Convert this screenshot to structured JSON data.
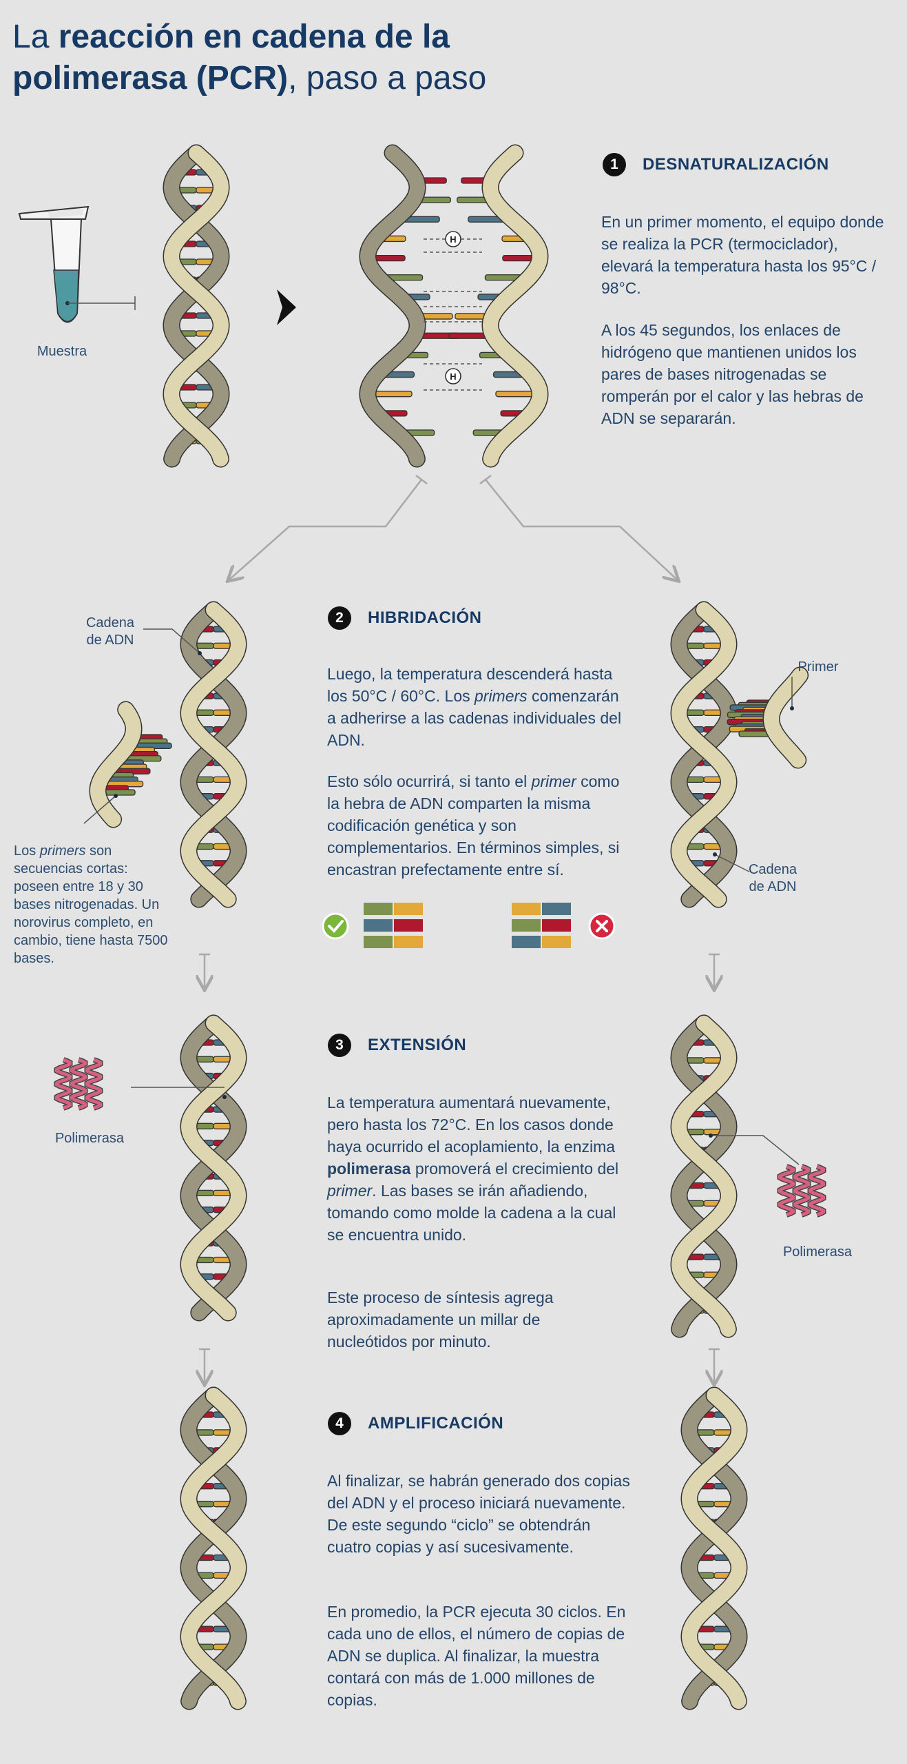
{
  "header": {
    "title_pre": "La ",
    "title_bold1": "reacción en cadena de la",
    "title_bold2": "polimerasa (PCR)",
    "title_post": ", paso a paso"
  },
  "steps": [
    {
      "number": "1",
      "label": "DESNATURALIZACIÓN"
    },
    {
      "number": "2",
      "label": "HIBRIDACIÓN"
    },
    {
      "number": "3",
      "label": "EXTENSIÓN"
    },
    {
      "number": "4",
      "label": "AMPLIFICACIÓN"
    }
  ],
  "step1": {
    "p1": "En un primer momento, el equipo donde se realiza la PCR (termociclador), elevará la temperatura hasta los 95°C / 98°C.",
    "p2": "A los 45 segundos, los enlaces de hidrógeno que mantienen unidos los pares de bases nitrogenadas se romperán por el calor y las hebras de ADN se separarán.",
    "sample_label": "Muestra",
    "hydrogen_symbol": "H"
  },
  "step2": {
    "p1_a": "Luego, la temperatura descenderá hasta los 50°C / 60°C. Los ",
    "p1_em": "primers",
    "p1_b": " comenzarán a adherirse a las cadenas individuales del ADN.",
    "p2_a": "Esto sólo ocurrirá, si tanto el ",
    "p2_em": "primer",
    "p2_b": " como la hebra de ADN comparten la misma codificación genética y son complementarios. En términos simples, si encastran prefectamente entre sí.",
    "left_strand_label_1": "Cadena",
    "left_strand_label_2": "de ADN",
    "primer_label": "Primer",
    "right_strand_label_1": "Cadena",
    "right_strand_label_2": "de ADN",
    "note_a": "Los ",
    "note_em": "primers",
    "note_b": " son secuencias cortas: poseen entre 18 y 30 bases nitrogenadas. Un norovirus completo, en cambio, tiene hasta 7500 bases."
  },
  "step3": {
    "p1_a": "La temperatura aumentará nuevamente, pero hasta los 72°C. En los casos donde haya ocurrido el acoplamiento, la enzima ",
    "p1_strong": "polimerasa",
    "p1_b": " promoverá el crecimiento del ",
    "p1_em": "primer",
    "p1_c": ". Las bases se irán añadiendo, tomando como molde la cadena a la cual se encuentra unido.",
    "p2": "Este proceso de síntesis agrega aproximadamente un millar de nucleótidos por minuto.",
    "polymerase_left": "Polimerasa",
    "polymerase_right": "Polimerasa"
  },
  "step4": {
    "p1": "Al finalizar, se habrán generado dos copias del ADN y el proceso iniciará nuevamente. De este segundo “ciclo” se obtendrán cuatro copias y así sucesivamente.",
    "p2": "En promedio, la PCR ejecuta 30 ciclos. En cada uno de ellos, el número de copias de ADN se duplica. Al finalizar, la muestra contará con más de 1.000 millones de copias."
  },
  "colors": {
    "background": "#e4e4e4",
    "title": "#163a64",
    "strand_light": "#ddd6b0",
    "strand_dark": "#9b9680",
    "base_red": "#b0182e",
    "base_blue": "#4d7389",
    "base_green": "#7e9250",
    "base_yellow": "#e2a93a",
    "check_green": "#7ab73a",
    "cross_red": "#d7263d",
    "polymerase": "#d6607f"
  },
  "icons": [
    "test-tube-icon",
    "arrow-right-icon",
    "check-icon",
    "cross-icon",
    "polymerase-icon",
    "hydrogen-bond-icon"
  ]
}
